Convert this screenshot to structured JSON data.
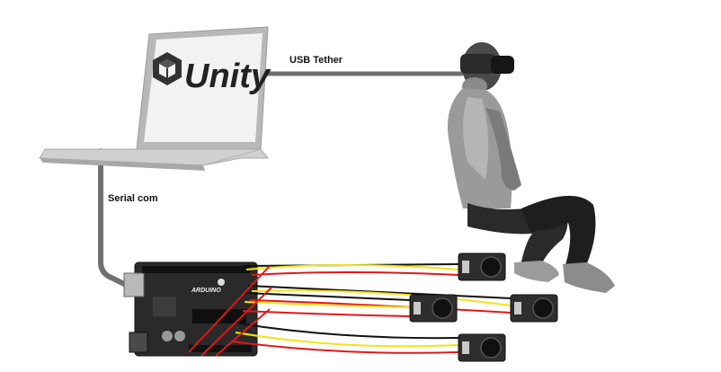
{
  "labels": {
    "usb_tether": "USB Tether",
    "serial_com": "Serial com",
    "unity_brand": "Unity",
    "board_brand": "ARDUINO"
  },
  "icons": {
    "laptop": "laptop-icon",
    "unity_logo": "unity-logo-icon",
    "vr_user": "vr-user-icon",
    "arduino": "arduino-board-icon",
    "vibration_motor": "vibration-motor-icon"
  },
  "colors": {
    "cable": "#707070",
    "wire_black": "#111111",
    "wire_red": "#e01818",
    "wire_yellow": "#f4e21a"
  },
  "motor_modules": [
    {
      "name": "motor-module-1"
    },
    {
      "name": "motor-module-2"
    },
    {
      "name": "motor-module-3"
    },
    {
      "name": "motor-module-4"
    }
  ]
}
